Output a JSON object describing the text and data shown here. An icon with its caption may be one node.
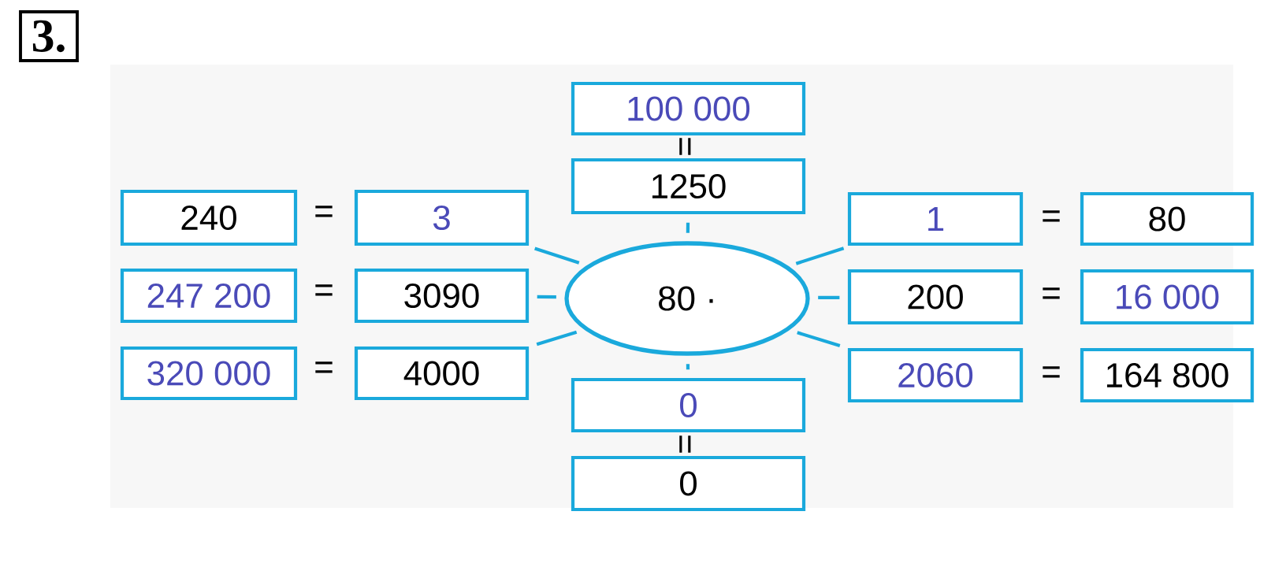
{
  "diagram": {
    "nodes": [
      {
        "text": [
          "3."
        ]
      },
      {
        "text": [
          "100 000"
        ]
      },
      {
        "text": [
          "1250"
        ]
      },
      {
        "text": [
          "240"
        ]
      },
      {
        "text": [
          "3"
        ]
      },
      {
        "text": [
          "1"
        ]
      },
      {
        "text": [
          "80"
        ]
      },
      {
        "text": [
          "247 200"
        ]
      },
      {
        "text": [
          "3090"
        ]
      },
      {
        "text": [
          "80 ·"
        ]
      },
      {
        "text": [
          "200"
        ]
      },
      {
        "text": [
          "16 000"
        ]
      },
      {
        "text": [
          "320 000"
        ]
      },
      {
        "text": [
          "4000"
        ]
      },
      {
        "text": [
          "2060"
        ]
      },
      {
        "text": [
          "164 800"
        ]
      },
      {
        "text": [
          "0"
        ]
      },
      {
        "text": [
          "0"
        ]
      }
    ],
    "edges": [
      {
        "from": 9,
        "to": 2,
        "arrow": "none"
      },
      {
        "from": 9,
        "to": 4,
        "arrow": "none"
      },
      {
        "from": 9,
        "to": 8,
        "arrow": "none"
      },
      {
        "from": 9,
        "to": 13,
        "arrow": "none"
      },
      {
        "from": 9,
        "to": 5,
        "arrow": "none"
      },
      {
        "from": 9,
        "to": 10,
        "arrow": "none"
      },
      {
        "from": 9,
        "to": 14,
        "arrow": "none"
      },
      {
        "from": 9,
        "to": 16,
        "arrow": "none"
      }
    ],
    "labels": [
      "=",
      "=",
      "=",
      "=",
      "=",
      "=",
      "=",
      "="
    ]
  }
}
